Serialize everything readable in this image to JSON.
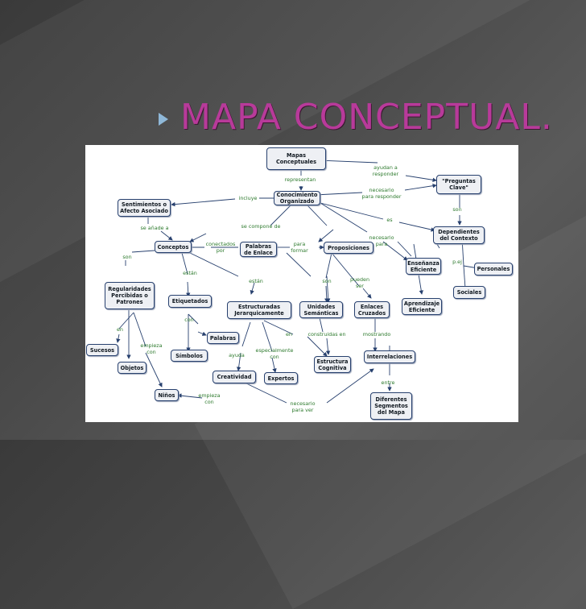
{
  "slide": {
    "title": "MAPA CONCEPTUAL."
  },
  "nodes": {
    "mapas": "Mapas\nConceptuales",
    "preguntas": "\"Preguntas\nClave\"",
    "conocimiento": "Conocimiento\nOrganizado",
    "sentimientos": "Sentimientos o\nAfecto Asociado",
    "dependientes": "Dependientes\ndel Contexto",
    "conceptos": "Conceptos",
    "palabras_enlace": "Palabras\nde Enlace",
    "proposiciones": "Proposiciones",
    "ensenanza": "Enseñanza\nEficiente",
    "personales": "Personales",
    "regularidades": "Regularidades\nPercibidas o\nPatrones",
    "sociales": "Sociales",
    "etiquetados": "Etiquetados",
    "estructuradas": "Estructuradas\nJerarquicamente",
    "unidades": "Unidades\nSemánticas",
    "enlaces": "Enlaces\nCruzados",
    "aprendizaje": "Aprendizaje\nEficiente",
    "palabras": "Palabras",
    "sucesos": "Sucesos",
    "simbolos": "Símbolos",
    "interrelaciones": "Interrelaciones",
    "objetos": "Objetos",
    "creatividad": "Creatividad",
    "expertos": "Expertos",
    "estructura": "Estructura\nCognitiva",
    "ninos": "Niños",
    "diferentes": "Diferentes\nSegmentos\ndel Mapa"
  },
  "links": {
    "ayudan": "ayudan a\nresponder",
    "representan": "representan",
    "necesario_resp": "necesario\npara responder",
    "incluye": "incluye",
    "son1": "son",
    "es": "es",
    "se_anade": "se añade a",
    "se_compone": "se compone de",
    "necesario_para": "necesario\npara",
    "conectados": "conectados\npor",
    "para_formar": "para\nformar",
    "son2": "son",
    "pej": "p.ej",
    "estan1": "están",
    "estan2": "están",
    "son3": "son",
    "pueden_ser": "pueden\nser",
    "con": "con",
    "en1": "en",
    "en2": "en",
    "construidas": "construidas en",
    "mostrando": "mostrando",
    "empieza1": "empieza\ncon",
    "ayuda": "ayuda",
    "especialmente": "especialmente\ncon",
    "entre": "entre",
    "empieza2": "empieza\ncon",
    "necesario_ver": "necesario\npara ver"
  }
}
